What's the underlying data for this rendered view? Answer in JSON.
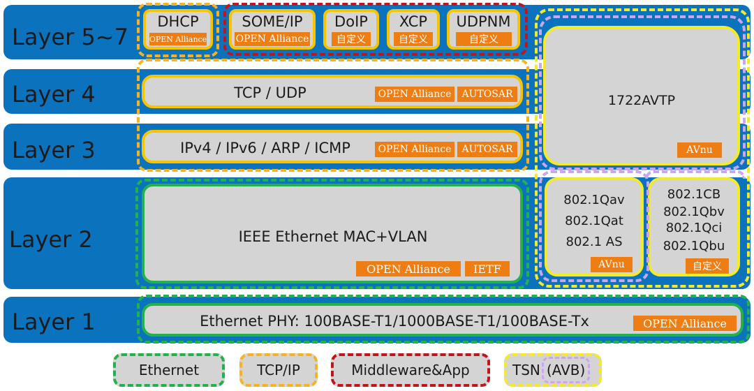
{
  "layers": {
    "l57": "Layer 5~7",
    "l4": "Layer 4",
    "l3": "Layer 3",
    "l2": "Layer 2",
    "l1": "Layer 1"
  },
  "protocols": {
    "dhcp": {
      "name": "DHCP",
      "tag": "OPEN Alliance"
    },
    "someip": {
      "name": "SOME/IP",
      "tag": "OPEN Alliance"
    },
    "doip": {
      "name": "DoIP",
      "tag": "自定义"
    },
    "xcp": {
      "name": "XCP",
      "tag": "自定义"
    },
    "udpnm": {
      "name": "UDPNM",
      "tag": "自定义"
    },
    "tcpudp": {
      "name": "TCP / UDP",
      "tag1": "OPEN Alliance",
      "tag2": "AUTOSAR"
    },
    "ip": {
      "name": "IPv4 / IPv6 / ARP / ICMP",
      "tag1": "OPEN Alliance",
      "tag2": "AUTOSAR"
    },
    "mac": {
      "name": "IEEE Ethernet MAC+VLAN",
      "tag1": "OPEN Alliance",
      "tag2": "IETF"
    },
    "phy": {
      "name": "Ethernet PHY: 100BASE-T1/1000BASE-T1/100BASE-Tx",
      "tag": "OPEN Alliance"
    },
    "avtp": {
      "name": "1722AVTP",
      "tag": "AVnu"
    },
    "qav": {
      "lines": [
        "802.1Qav",
        "802.1Qat",
        "802.1 AS"
      ],
      "tag": "AVnu"
    },
    "cb": {
      "lines": [
        "802.1CB",
        "802.1Qbv",
        "802.1Qci",
        "802.1Qbu"
      ],
      "tag": "自定义"
    }
  },
  "legend": {
    "ethernet": "Ethernet",
    "tcpip": "TCP/IP",
    "middleware": "Middleware&App",
    "tsn": "TSN",
    "avb": "(AVB)"
  },
  "colors": {
    "band": "#0b72be",
    "ethernet": "#22b14c",
    "tcpip": "#f5b324",
    "middleware": "#c0151c",
    "tsn": "#f4ea2a",
    "avb": "#c9a6ee",
    "tag": "#ee7d13"
  }
}
